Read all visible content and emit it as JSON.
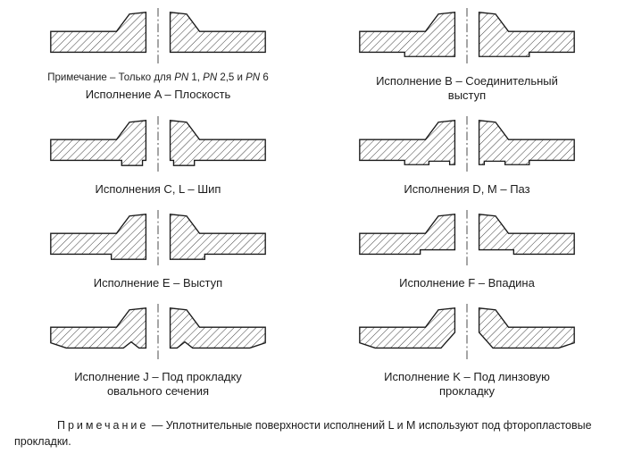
{
  "figures": [
    {
      "id": "A",
      "label": "Исполнение A – Плоскость"
    },
    {
      "id": "B",
      "label": "Исполнение B – Соединительный выступ"
    },
    {
      "id": "C-L",
      "label": "Исполнения C, L – Шип"
    },
    {
      "id": "D-M",
      "label": "Исполнения D, M – Паз"
    },
    {
      "id": "E",
      "label": "Исполнение E – Выступ"
    },
    {
      "id": "F",
      "label": "Исполнение F – Впадина"
    },
    {
      "id": "J",
      "label": "Исполнение J – Под прокладку овального сечения"
    },
    {
      "id": "K",
      "label": "Исполнение K – Под линзовую прокладку"
    }
  ],
  "note_a": {
    "segments": [
      "Примечание – Только для ",
      "PN",
      " 1, ",
      "PN",
      " 2,5 и ",
      "PN",
      " 6"
    ]
  },
  "footer": {
    "label_spaced": "Примечание",
    "text": " — Уплотнительные поверхности исполнений L и M используют под фторопластовые прокладки."
  },
  "colors": {
    "line": "#1a1a1a",
    "hatch": "#3a3a3a",
    "background": "#ffffff"
  }
}
